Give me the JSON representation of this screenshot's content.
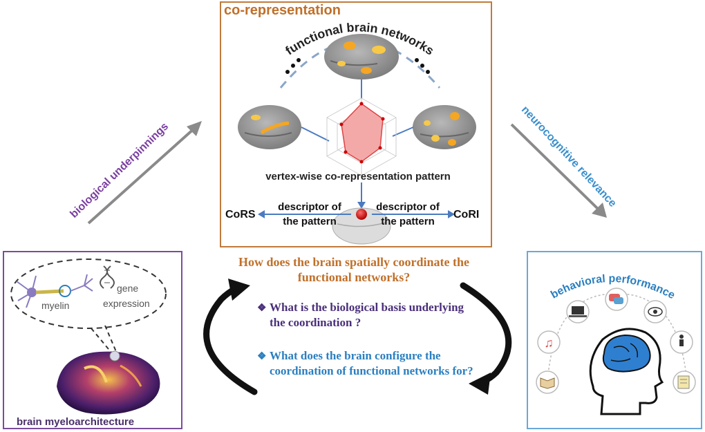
{
  "top_panel": {
    "title": "co-representation",
    "arc_label": "functional brain networks",
    "pattern_label": "vertex-wise co-representation pattern",
    "left_descriptor": "descriptor of the pattern",
    "right_descriptor": "descriptor of the pattern",
    "cors": "CoRS",
    "cori": "CoRI",
    "border_color": "#c07a3a"
  },
  "left_arrow_label": "biological underpinnings",
  "right_arrow_label": "neurocognitive relevance",
  "left_panel": {
    "myelin": "myelin",
    "gene": "gene",
    "expression": "expression",
    "caption": "brain myeloarchitecture",
    "border_color": "#7a4c9a"
  },
  "right_panel": {
    "title": "behavioral performance",
    "border_color": "#6aa8d6",
    "icons": [
      "book-icon",
      "music-icon",
      "laptop-icon",
      "speech-bubble-icon",
      "eye-icon",
      "person-icon",
      "document-icon"
    ]
  },
  "center": {
    "question": "How does the brain spatially coordinate the functional networks?",
    "bullet1": "What is the biological basis underlying the coordination ?",
    "bullet2": "What does the brain configure the coordination of functional networks for?",
    "bullet_symbol": "❖"
  }
}
